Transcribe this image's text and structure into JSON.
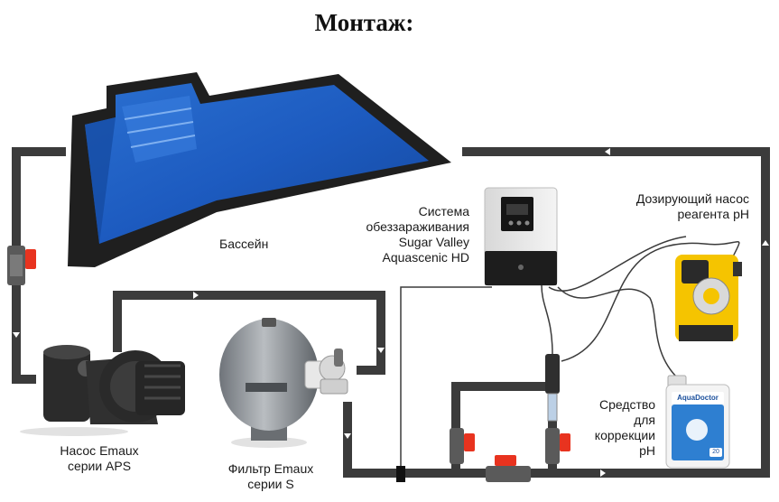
{
  "title": "Монтаж:",
  "labels": {
    "pool": "Бассейн",
    "disinfection": [
      "Система",
      "обеззараживания",
      "Sugar Valley",
      "Aquascenic HD"
    ],
    "dosing_pump": [
      "Дозирующий насос",
      "реагента pH"
    ],
    "ph_product": [
      "Средство",
      "для",
      "коррекции",
      "pH"
    ],
    "pump": [
      "Насос Emaux",
      "серии APS"
    ],
    "filter": [
      "Фильтр Emaux",
      "серии S"
    ]
  },
  "brand": {
    "canister": "AquaDoctor",
    "canister_volume": "20"
  },
  "colors": {
    "pipe": "#3b3b3b",
    "valve_handle": "#e8331f",
    "pool_water": "#1f5fbf",
    "dosing_pump_body": "#f5c400",
    "canister_label": "#2e7fd1"
  }
}
